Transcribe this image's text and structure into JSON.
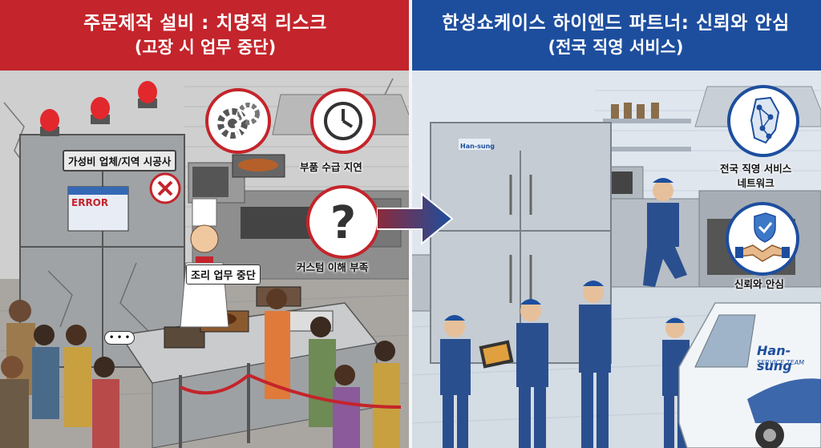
{
  "left": {
    "title": "주문제작 설비 : 치명적 리스크",
    "subtitle": "(고장 시 업무 중단)",
    "sign": "가성비 업체/지역 시공사",
    "error_text": "ERROR",
    "chef_bubble": "조리 업무 중단",
    "parts_delay": "부품 수급 지연",
    "custom_lack": "커스텀 이해 부족",
    "speech_dots": "• • •"
  },
  "right": {
    "title": "한성쇼케이스 하이엔드 파트너: 신뢰와 안심",
    "subtitle": "(전국 직영 서비스)",
    "network_label_1": "전국 직영 서비스",
    "network_label_2": "네트워크",
    "trust_label": "신뢰와 안심",
    "fridge_brand": "Han-sung",
    "van_brand": "Han-sung",
    "van_sub": "SERVICE TEAM"
  },
  "colors": {
    "red": "#c4242b",
    "blue": "#1d4e9e"
  },
  "icons": [
    "gear-broken-icon",
    "clock-icon",
    "question-icon",
    "map-network-icon",
    "handshake-shield-icon",
    "arrow-right-icon",
    "x-icon",
    "siren-icon"
  ]
}
